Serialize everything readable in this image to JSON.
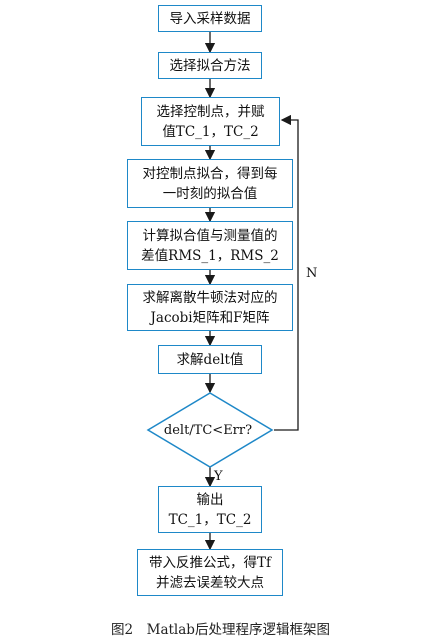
{
  "nodes": {
    "import": "导入采样数据",
    "method": "选择拟合方法",
    "control": [
      "选择控制点，并赋",
      "值TC_1，TC_2"
    ],
    "fit": [
      "对控制点拟合，得到每",
      "一时刻的拟合值"
    ],
    "rms": [
      "计算拟合值与测量值的",
      "差值RMS_1，RMS_2"
    ],
    "solve": [
      "求解离散牛顿法对应的",
      "Jacobi矩阵和F矩阵"
    ],
    "delt": "求解delt值",
    "decision": "delt/TC<Err?",
    "output": [
      "输出",
      "TC_1，TC_2"
    ],
    "final": [
      "带入反推公式，得Tf",
      "并滤去误差较大点"
    ]
  },
  "labels": {
    "no": "N",
    "yes": "Y"
  },
  "caption": "图2　Matlab后处理程序逻辑框架图",
  "colors": {
    "border": "#1e88c8",
    "line": "#1a1a1a"
  }
}
